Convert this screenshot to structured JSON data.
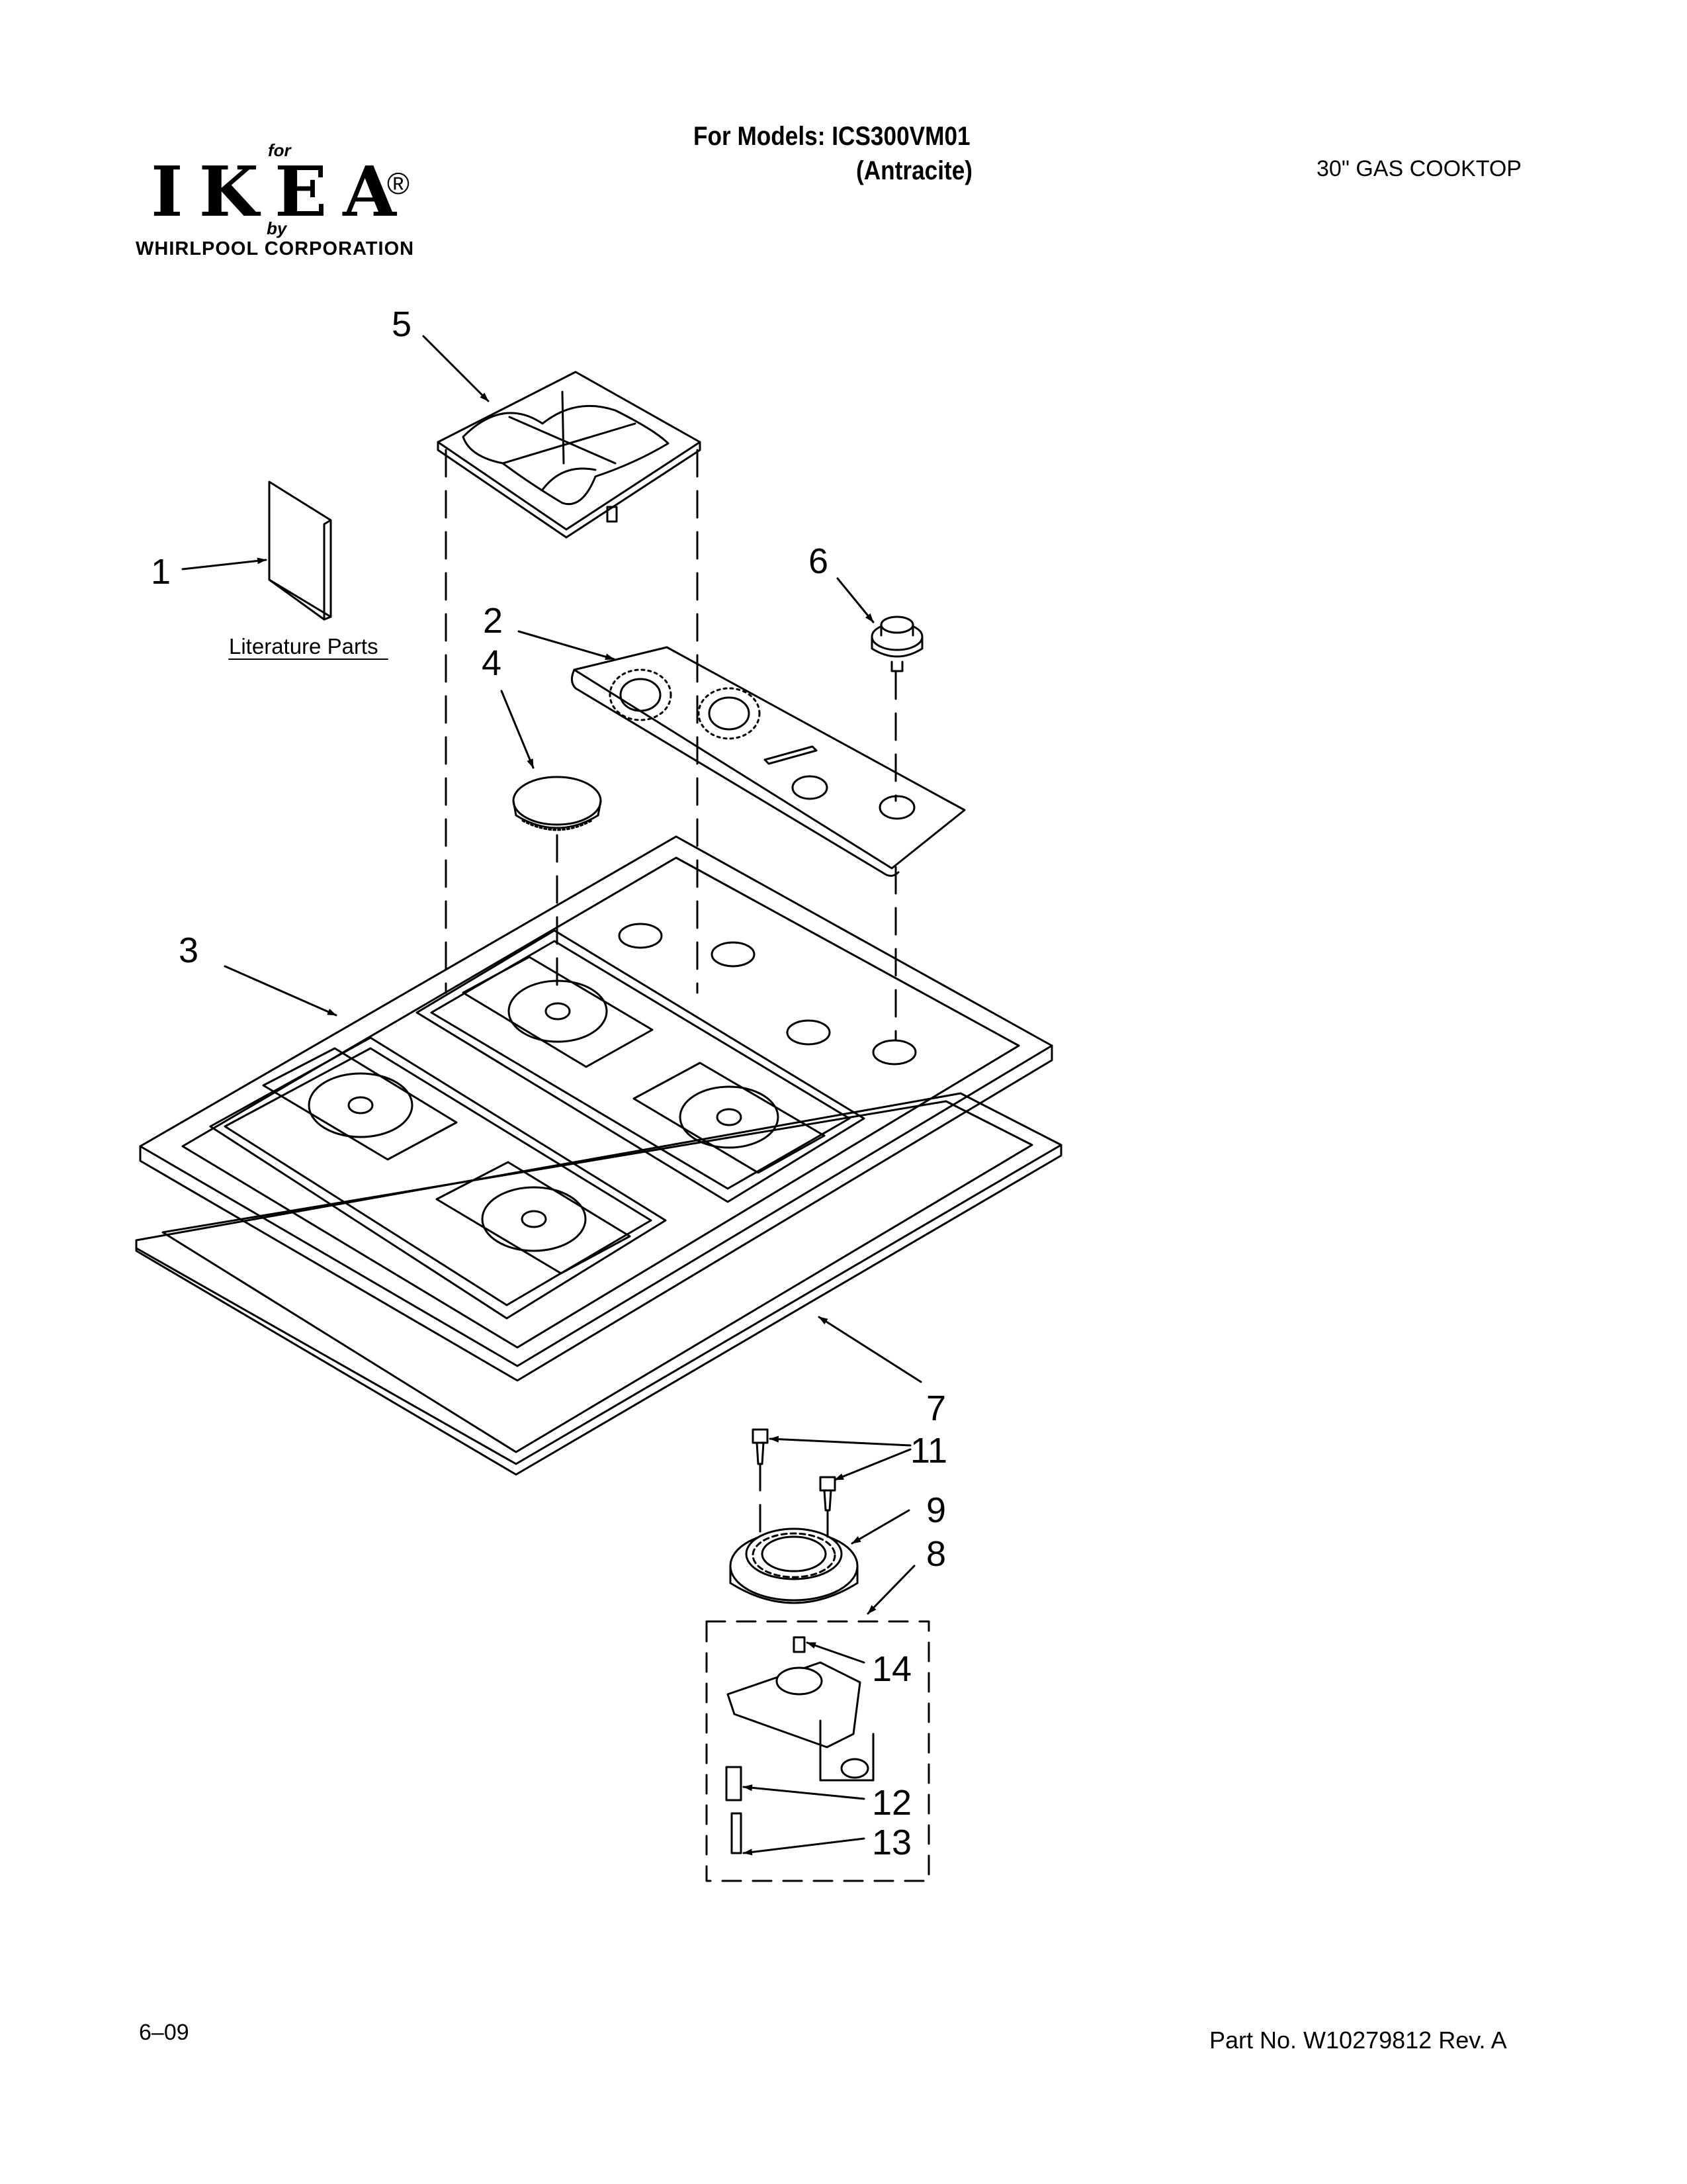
{
  "header": {
    "brand_for": "for",
    "brand_name": "IKEA",
    "brand_registered": "®",
    "brand_by": "by",
    "brand_company": "WHIRLPOOL CORPORATION",
    "models_line": "For Models: ICS300VM01",
    "variant_line": "(Antracite)",
    "product": "30\" GAS COOKTOP"
  },
  "diagram": {
    "literature_label": "Literature Parts",
    "callouts": [
      "1",
      "2",
      "3",
      "4",
      "5",
      "6",
      "7",
      "8",
      "9",
      "11",
      "12",
      "13",
      "14"
    ]
  },
  "footer": {
    "date": "6–09",
    "part_number": "Part No. W10279812 Rev. A"
  }
}
